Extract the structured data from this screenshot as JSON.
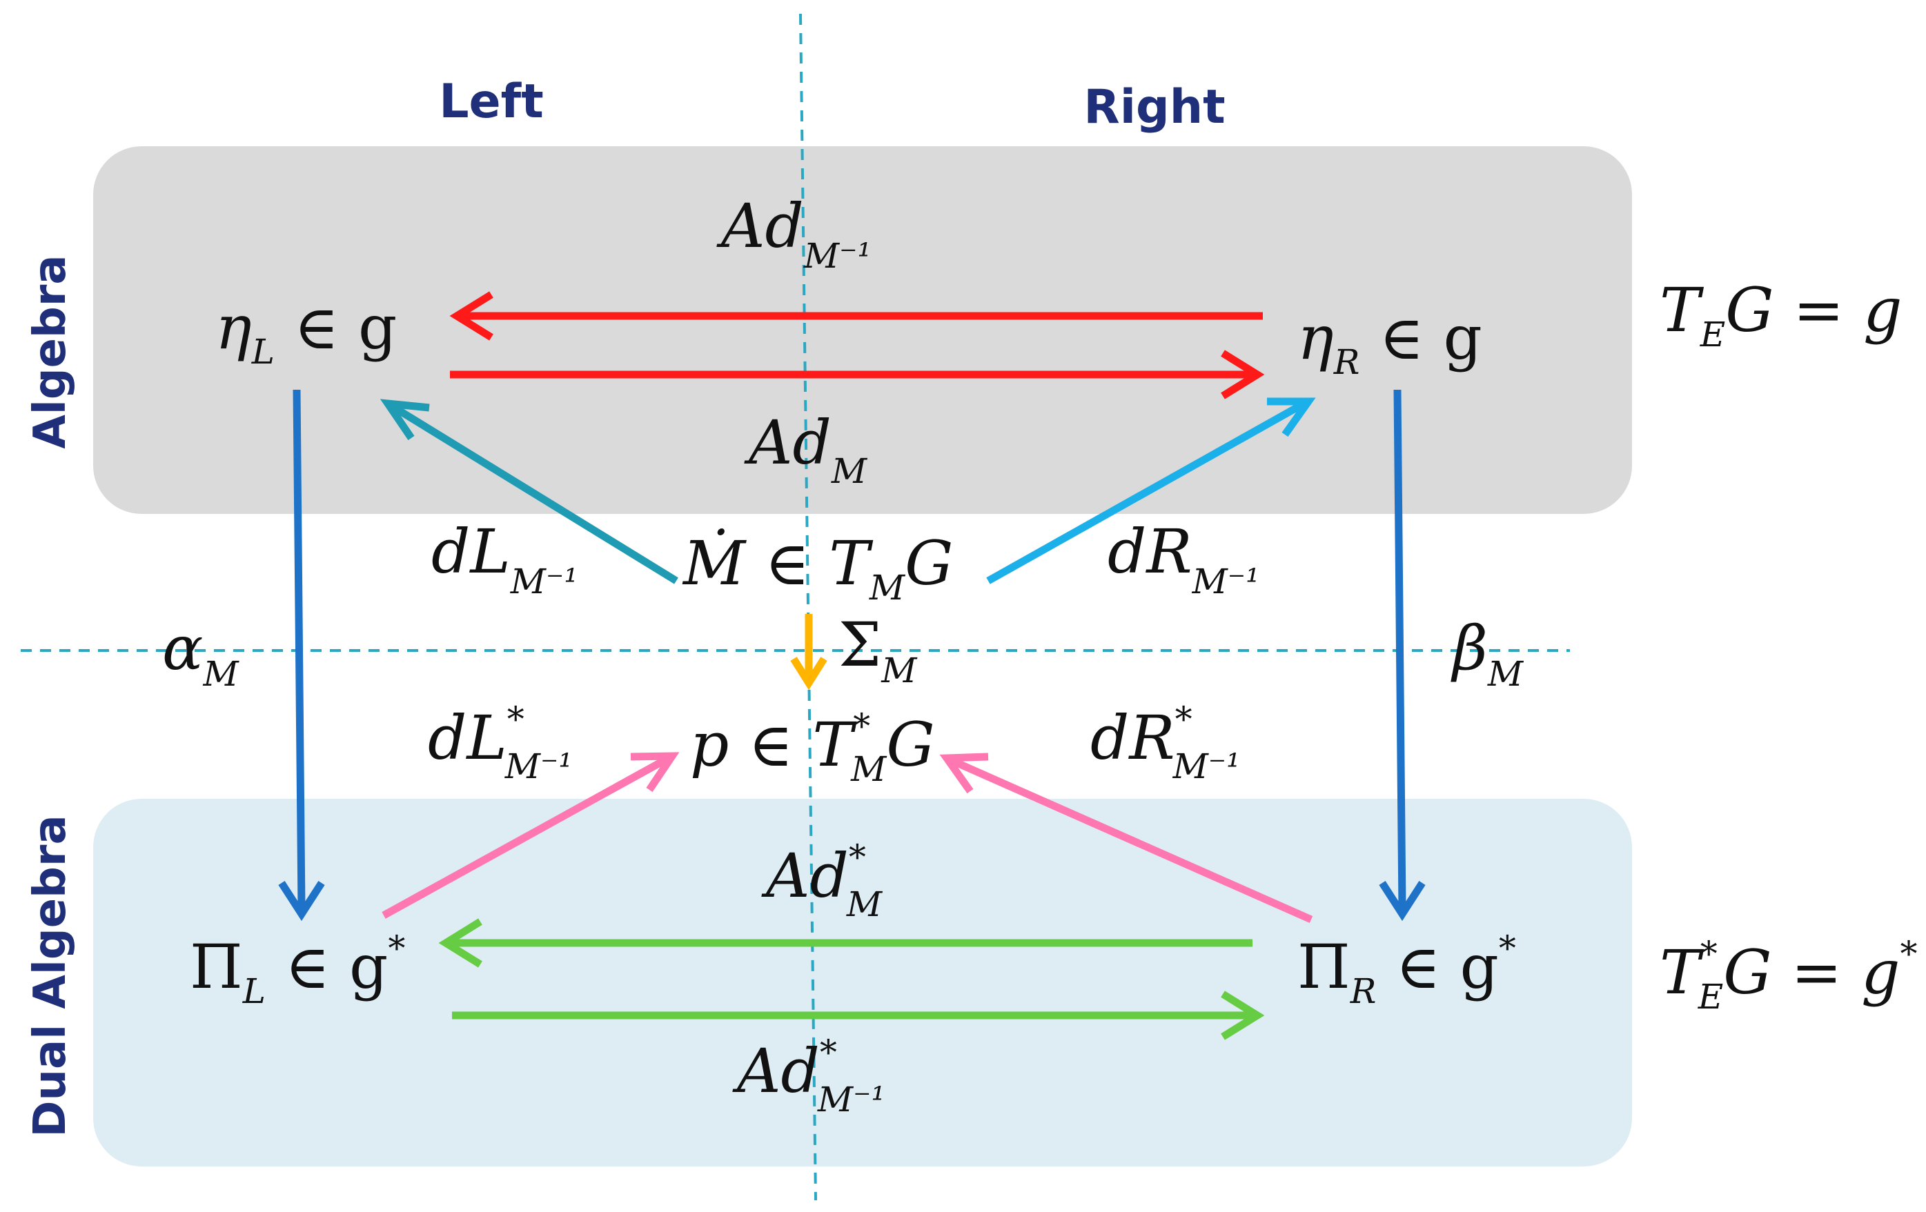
{
  "headers": {
    "left": "Left",
    "right": "Right"
  },
  "side_labels": {
    "algebra": "Algebra",
    "dual_algebra": "Dual Algebra"
  },
  "nodes": {
    "eta_l": {
      "base": "η",
      "sub": "L",
      "rel": " ∈ g",
      "sup": ""
    },
    "eta_r": {
      "base": "η",
      "sub": "R",
      "rel": " ∈ g",
      "sup": ""
    },
    "pi_l": {
      "base": "Π",
      "sub": "L",
      "rel": " ∈ g",
      "sup": "*"
    },
    "pi_r": {
      "base": "Π",
      "sub": "R",
      "rel": " ∈ g",
      "sup": "*"
    },
    "m_dot": {
      "text": "Ṁ ∈ T",
      "sub": "M",
      "rel": "G"
    },
    "p": {
      "text": "p ∈ T",
      "sup": "*",
      "sub": "M",
      "rel": "G"
    },
    "te_g": {
      "text": "T",
      "sub": "E",
      "rel": "G = g",
      "sup": ""
    },
    "te_star_g": {
      "text": "T",
      "sub": "E",
      "sup": "*",
      "rel": "G = g",
      "sup2": "*"
    }
  },
  "maps": {
    "ad_m_inv": {
      "base": "Ad",
      "sub": "M⁻¹",
      "sup": ""
    },
    "ad_m": {
      "base": "Ad",
      "sub": "M",
      "sup": ""
    },
    "ad_star_m": {
      "base": "Ad",
      "sub": "M",
      "sup": "*"
    },
    "ad_star_m_inv": {
      "base": "Ad",
      "sub": "M⁻¹",
      "sup": "*"
    },
    "dl_m_inv": {
      "base": "dL",
      "sub": "M⁻¹",
      "sup": ""
    },
    "dr_m_inv": {
      "base": "dR",
      "sub": "M⁻¹",
      "sup": ""
    },
    "dl_star_m_inv": {
      "base": "dL",
      "sub": "M⁻¹",
      "sup": "*"
    },
    "dr_star_m_inv": {
      "base": "dR",
      "sub": "M⁻¹",
      "sup": "*"
    },
    "alpha_m": {
      "base": "α",
      "sub": "M"
    },
    "beta_m": {
      "base": "β",
      "sub": "M"
    },
    "sigma_m": {
      "base": "Σ",
      "sub": "M"
    }
  },
  "colors": {
    "algebra_box": "#dadada",
    "dual_box": "#deedf4",
    "red_arrow": "#ff1a1a",
    "green_arrow": "#66cc44",
    "pink_arrow": "#ff77b0",
    "teal_arrow": "#1f9bb4",
    "cyan_arrow": "#1cb0ea",
    "blue_arrow": "#1e73c8",
    "orange_arrow": "#ffb400",
    "guide_line": "#2aa7c2",
    "header_text": "#1f2f7a"
  }
}
